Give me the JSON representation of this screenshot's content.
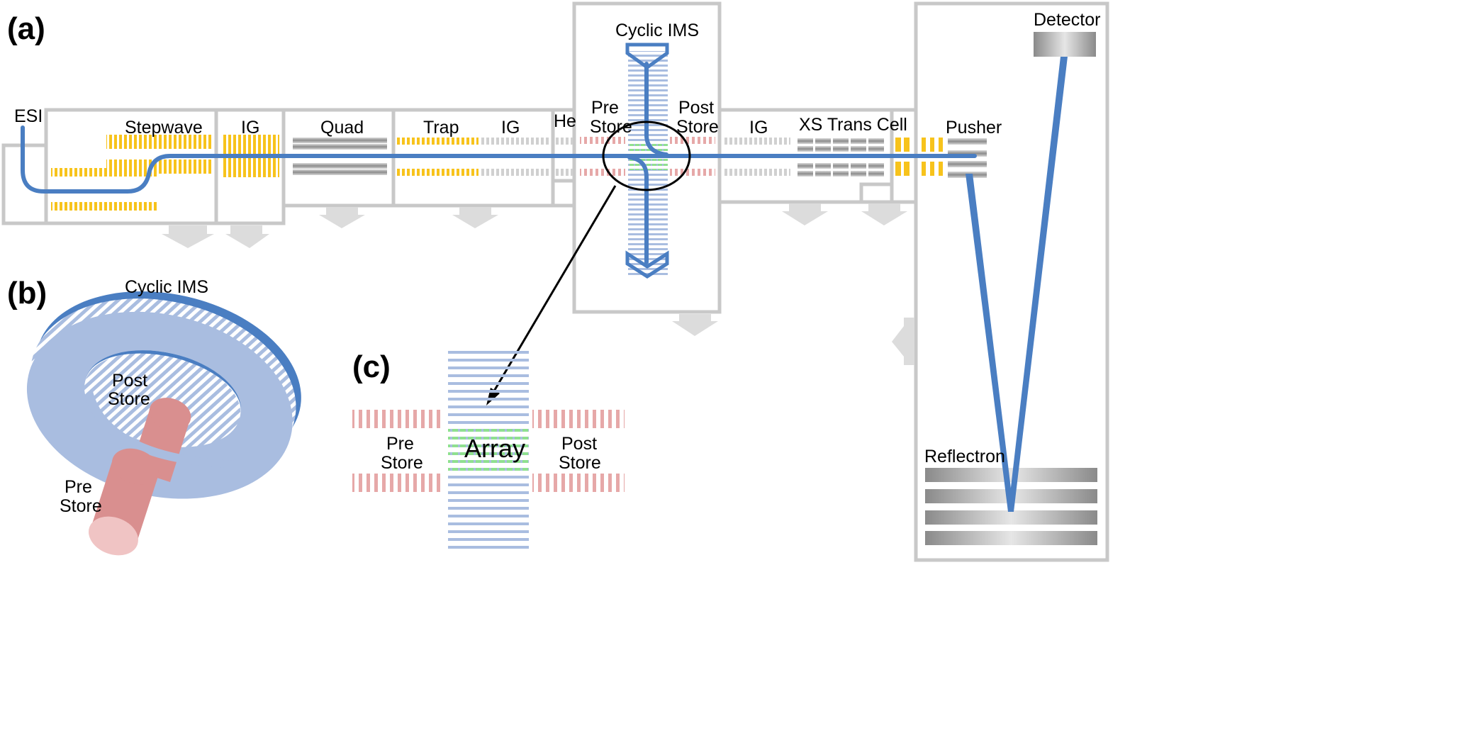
{
  "panels": {
    "a": "(a)",
    "b": "(b)",
    "c": "(c)"
  },
  "panel_a": {
    "esi": "ESI",
    "stepwave": "Stepwave",
    "ig1": "IG",
    "quad": "Quad",
    "trap": "Trap",
    "ig2": "IG",
    "he": "He",
    "pre_store_1": "Pre",
    "pre_store_2": "Store",
    "cyclic_ims": "Cyclic IMS",
    "post_store_1": "Post",
    "post_store_2": "Store",
    "ig3": "IG",
    "xs_trans_cell": "XS Trans Cell",
    "pusher": "Pusher",
    "detector": "Detector",
    "reflectron": "Reflectron"
  },
  "panel_b": {
    "cyclic_ims": "Cyclic IMS",
    "post_store_1": "Post",
    "post_store_2": "Store",
    "pre_store_1": "Pre",
    "pre_store_2": "Store"
  },
  "panel_c": {
    "array": "Array",
    "pre_store_1": "Pre",
    "pre_store_2": "Store",
    "post_store_1": "Post",
    "post_store_2": "Store"
  },
  "colors": {
    "ion_path": "#4a7ec2",
    "housing": "#c8c8c8",
    "stepwave_rings": "#f7c31c",
    "ims_plates": "#a9bde0",
    "array_cells": "#8fe08f",
    "store_rings": "#e6a8a8",
    "ig_rings": "#d2d2d2",
    "pump_arrow": "#dcdcdc"
  }
}
